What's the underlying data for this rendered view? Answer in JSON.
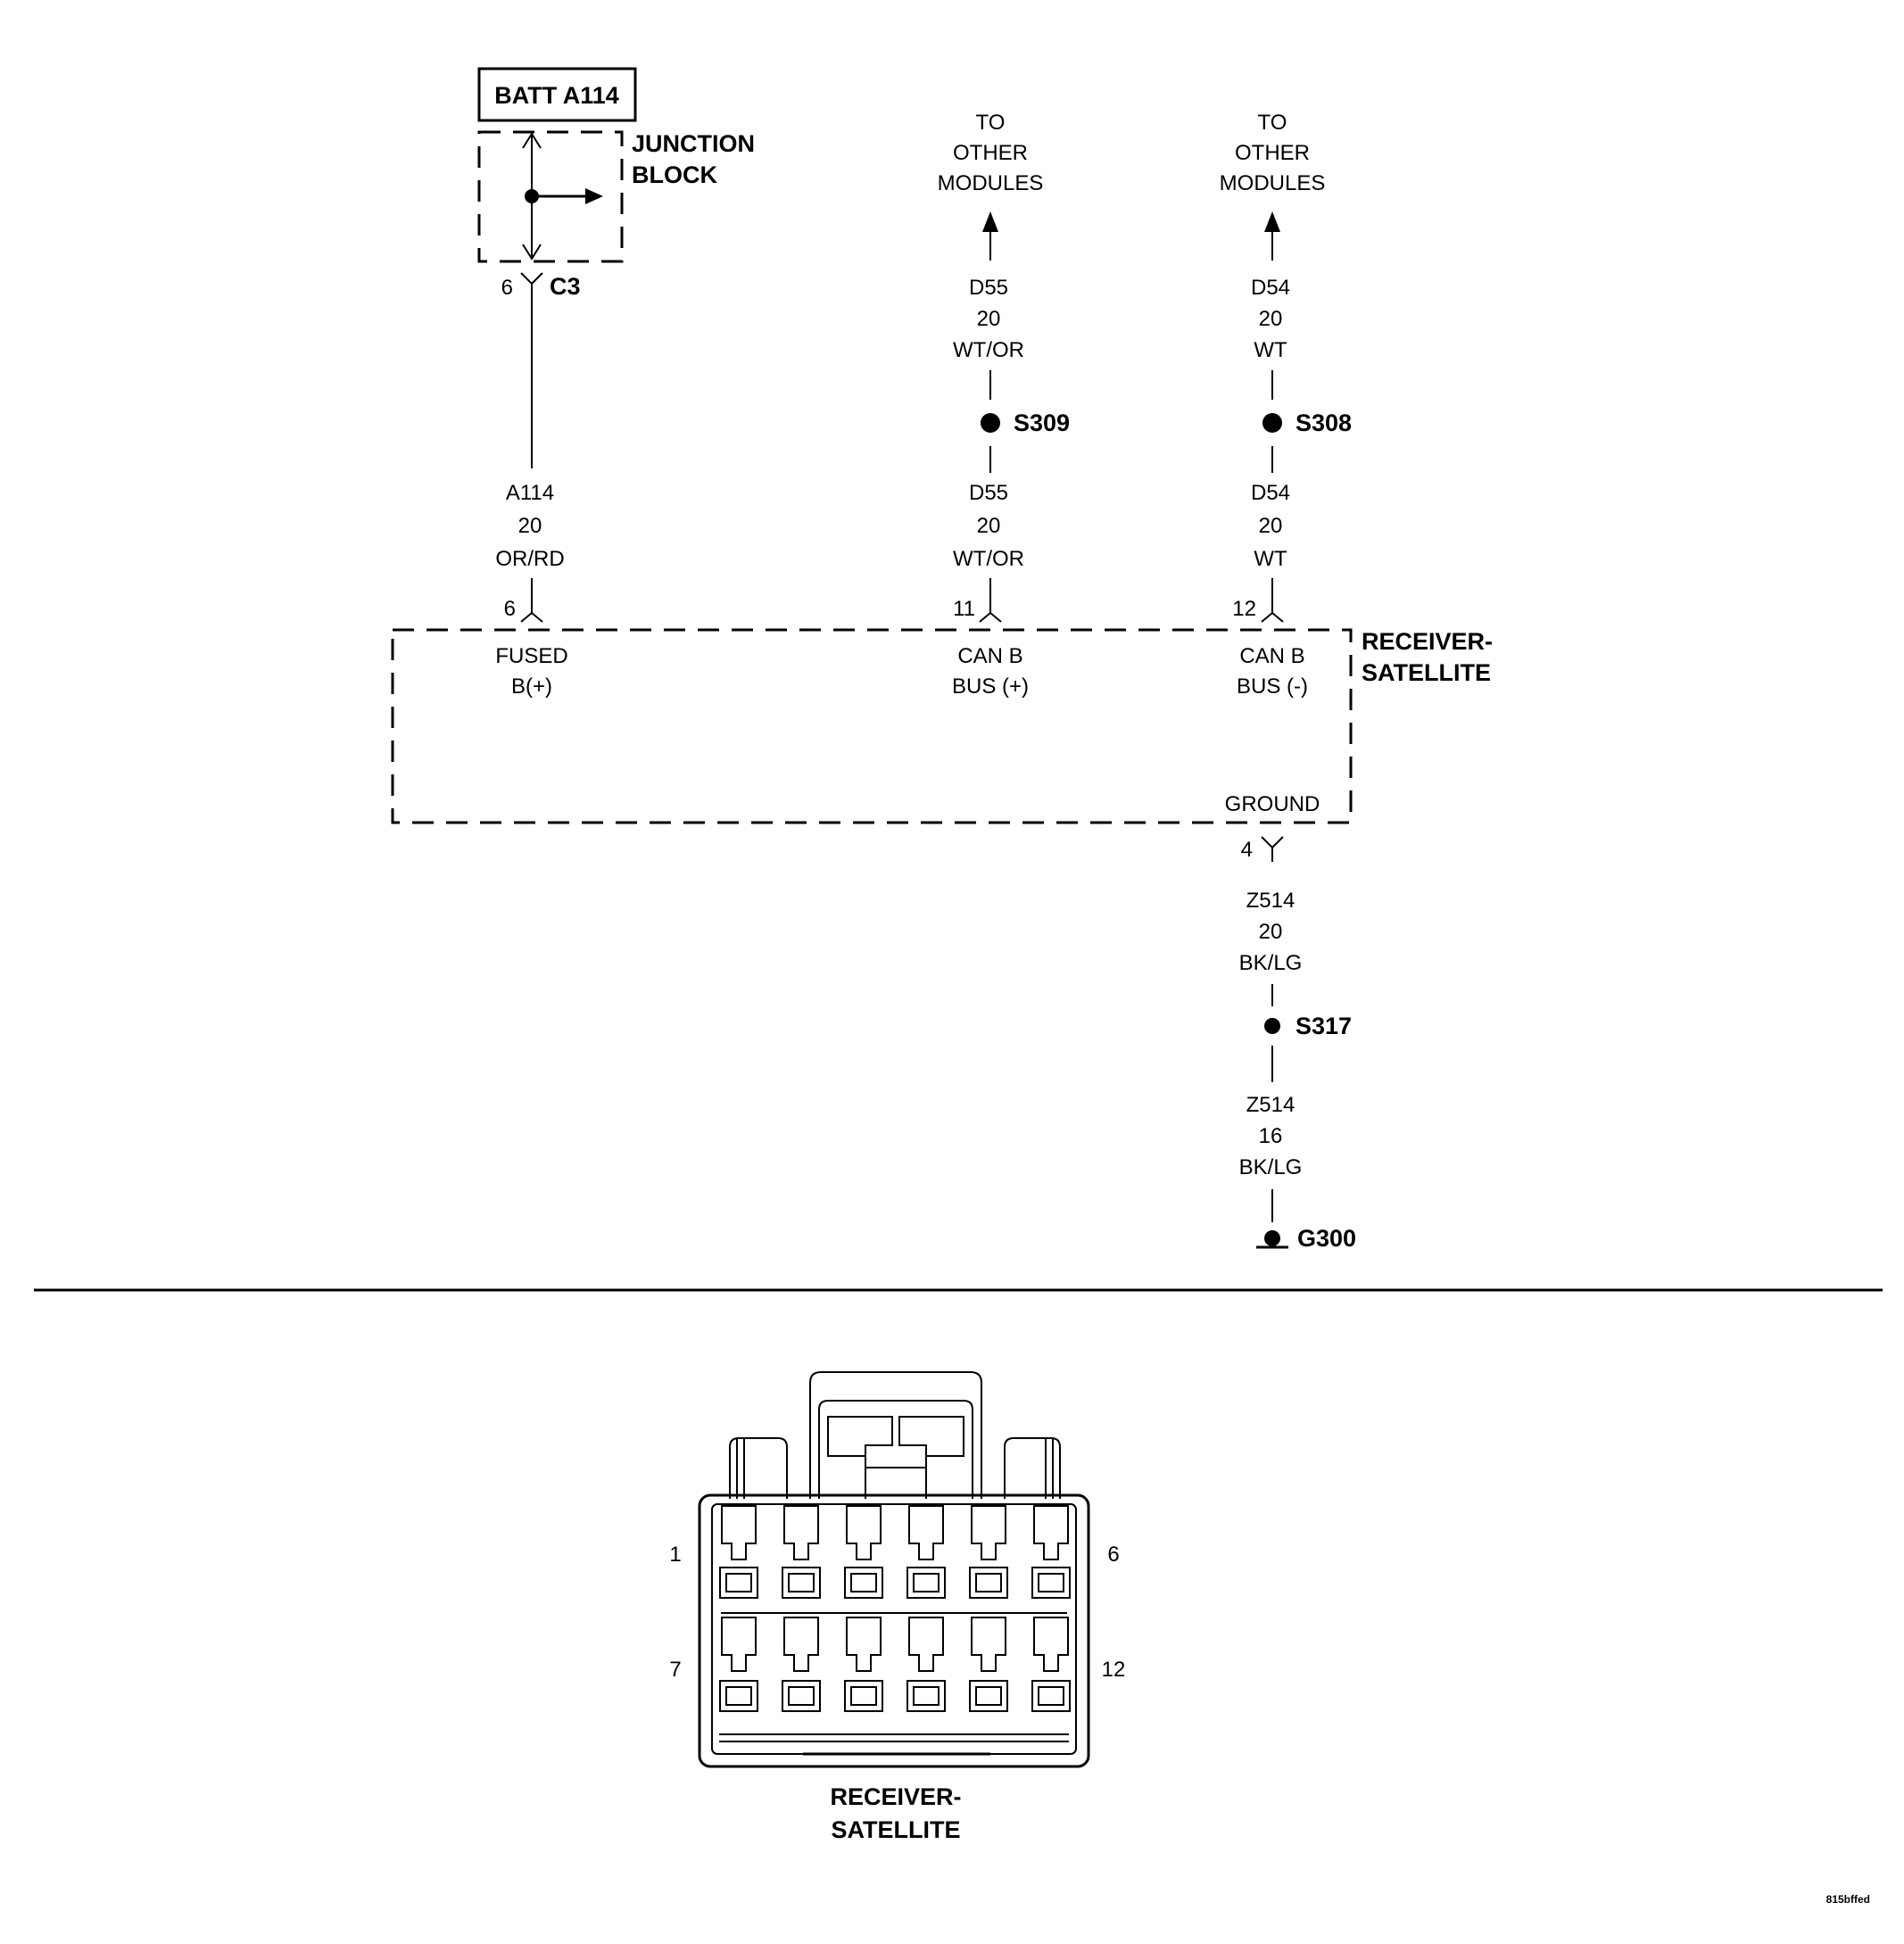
{
  "battery": {
    "label": "BATT A114"
  },
  "junction_block": {
    "label_line1": "JUNCTION",
    "label_line2": "BLOCK",
    "connector": "C3",
    "pin": "6"
  },
  "a114_wire": {
    "circuit": "A114",
    "gauge": "20",
    "color": "OR/RD"
  },
  "receiver": {
    "label_line1": "RECEIVER-",
    "label_line2": "SATELLITE",
    "fused_pin": "6",
    "fused_line1": "FUSED",
    "fused_line2": "B(+)",
    "canp_pin": "11",
    "canp_line1": "CAN B",
    "canp_line2": "BUS (+)",
    "canm_pin": "12",
    "canm_line1": "CAN B",
    "canm_line2": "BUS (-)",
    "ground_label": "GROUND",
    "ground_pin": "4"
  },
  "can_plus": {
    "to_line1": "TO",
    "to_line2": "OTHER",
    "to_line3": "MODULES",
    "upper_circuit": "D55",
    "upper_gauge": "20",
    "upper_color": "WT/OR",
    "splice": "S309",
    "lower_circuit": "D55",
    "lower_gauge": "20",
    "lower_color": "WT/OR"
  },
  "can_minus": {
    "to_line1": "TO",
    "to_line2": "OTHER",
    "to_line3": "MODULES",
    "upper_circuit": "D54",
    "upper_gauge": "20",
    "upper_color": "WT",
    "splice": "S308",
    "lower_circuit": "D54",
    "lower_gauge": "20",
    "lower_color": "WT"
  },
  "ground_circuit": {
    "upper_circuit": "Z514",
    "upper_gauge": "20",
    "upper_color": "BK/LG",
    "splice": "S317",
    "lower_circuit": "Z514",
    "lower_gauge": "16",
    "lower_color": "BK/LG",
    "ground_point": "G300"
  },
  "connector_view": {
    "pin_1": "1",
    "pin_6": "6",
    "pin_7": "7",
    "pin_12": "12",
    "label_line1": "RECEIVER-",
    "label_line2": "SATELLITE"
  },
  "image_code": "815bffed"
}
